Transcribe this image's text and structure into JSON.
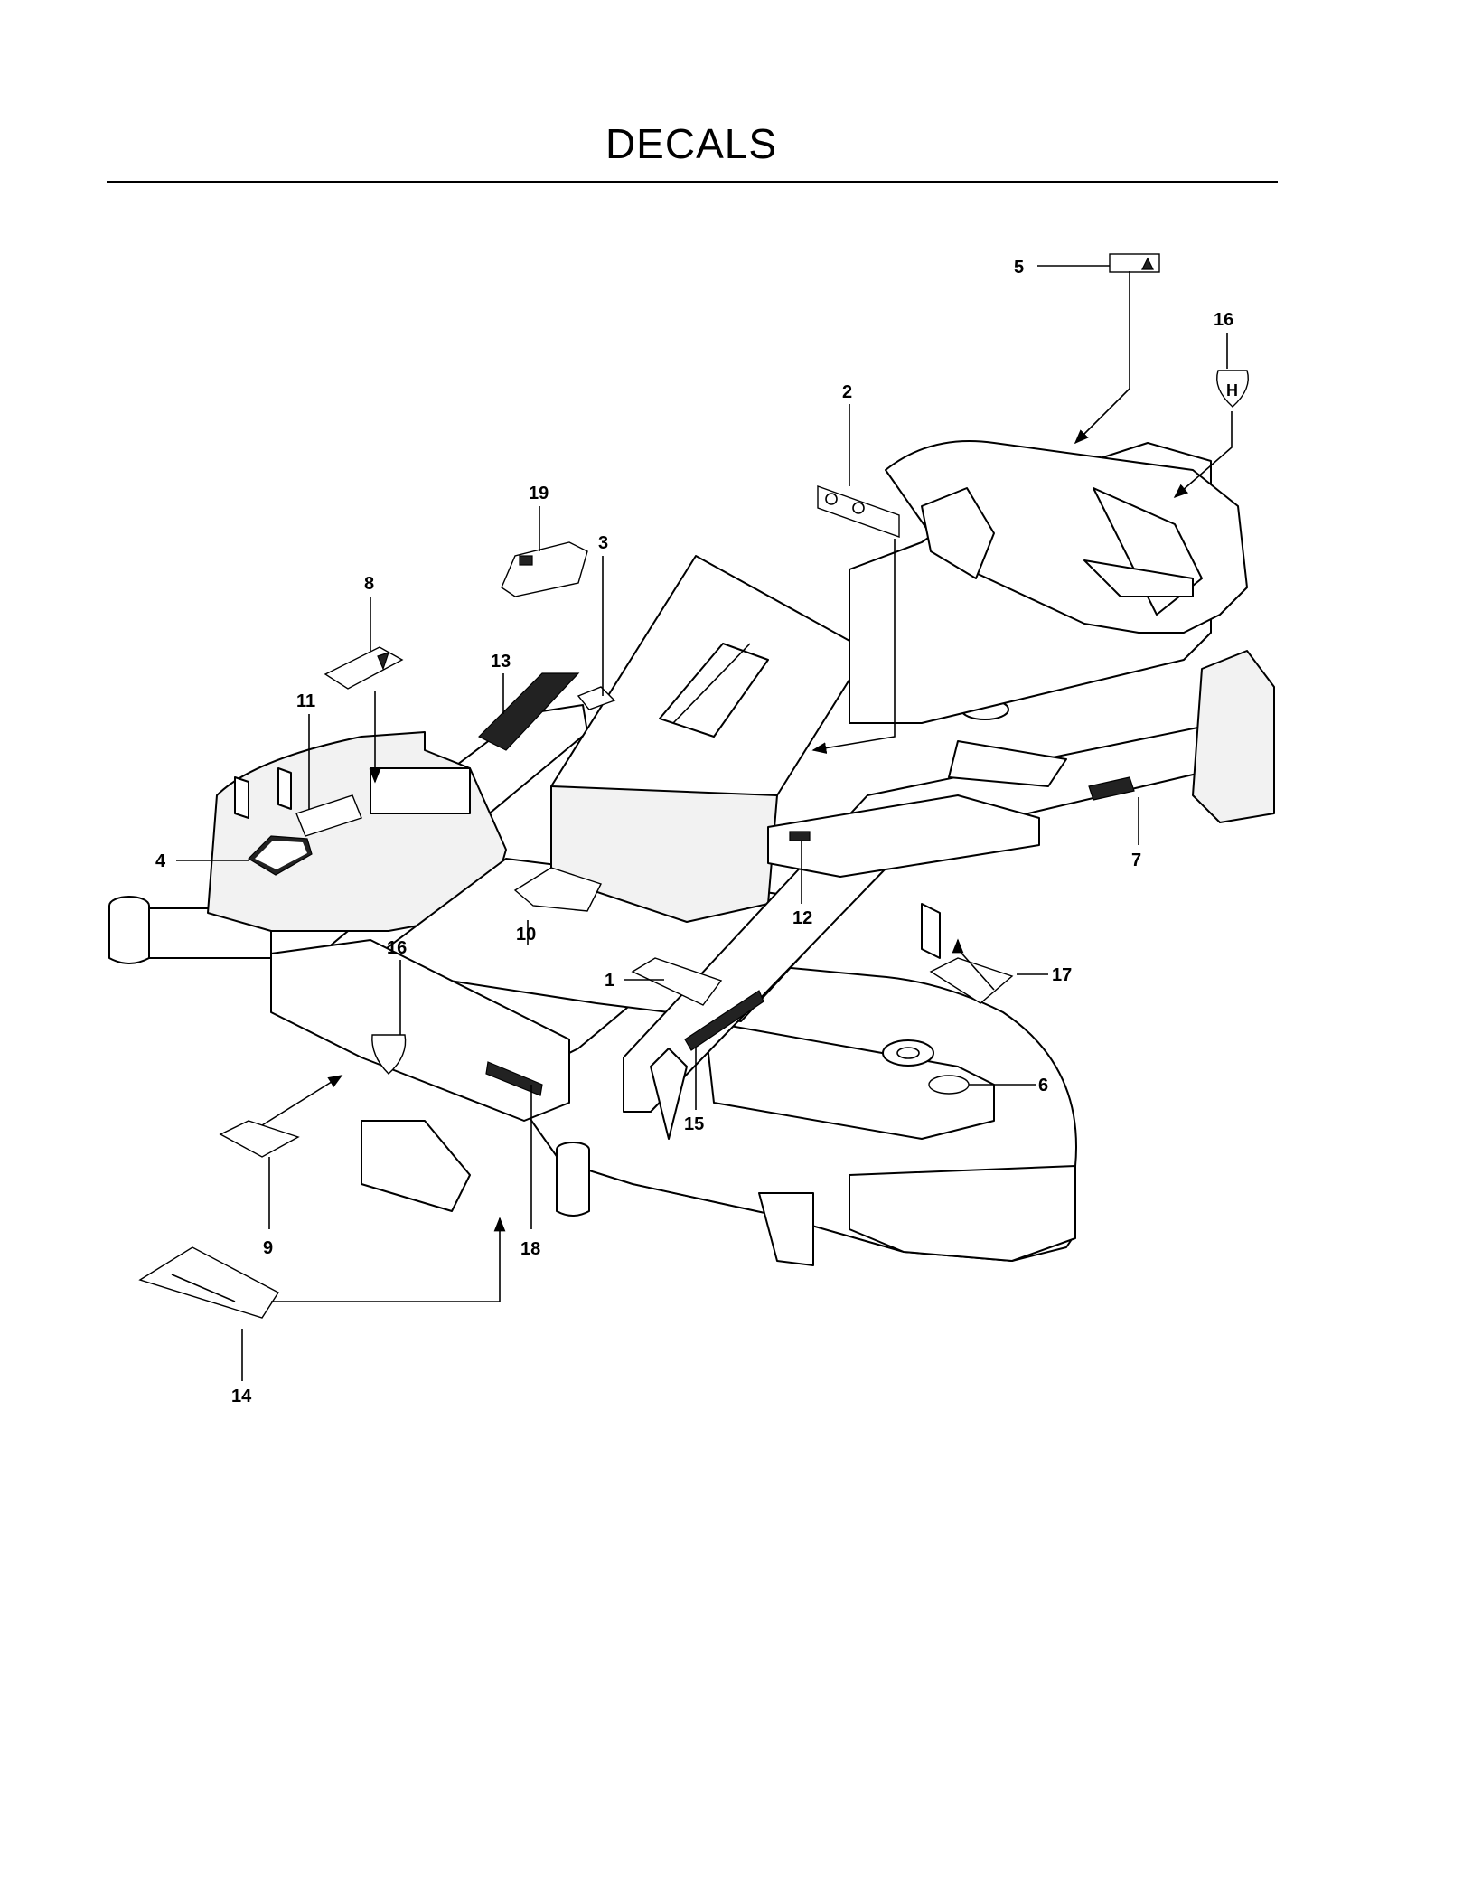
{
  "title": "DECALS",
  "callouts": [
    "1",
    "2",
    "3",
    "4",
    "5",
    "6",
    "7",
    "8",
    "9",
    "10",
    "11",
    "12",
    "13",
    "14",
    "15",
    "16",
    "17",
    "18",
    "19"
  ]
}
